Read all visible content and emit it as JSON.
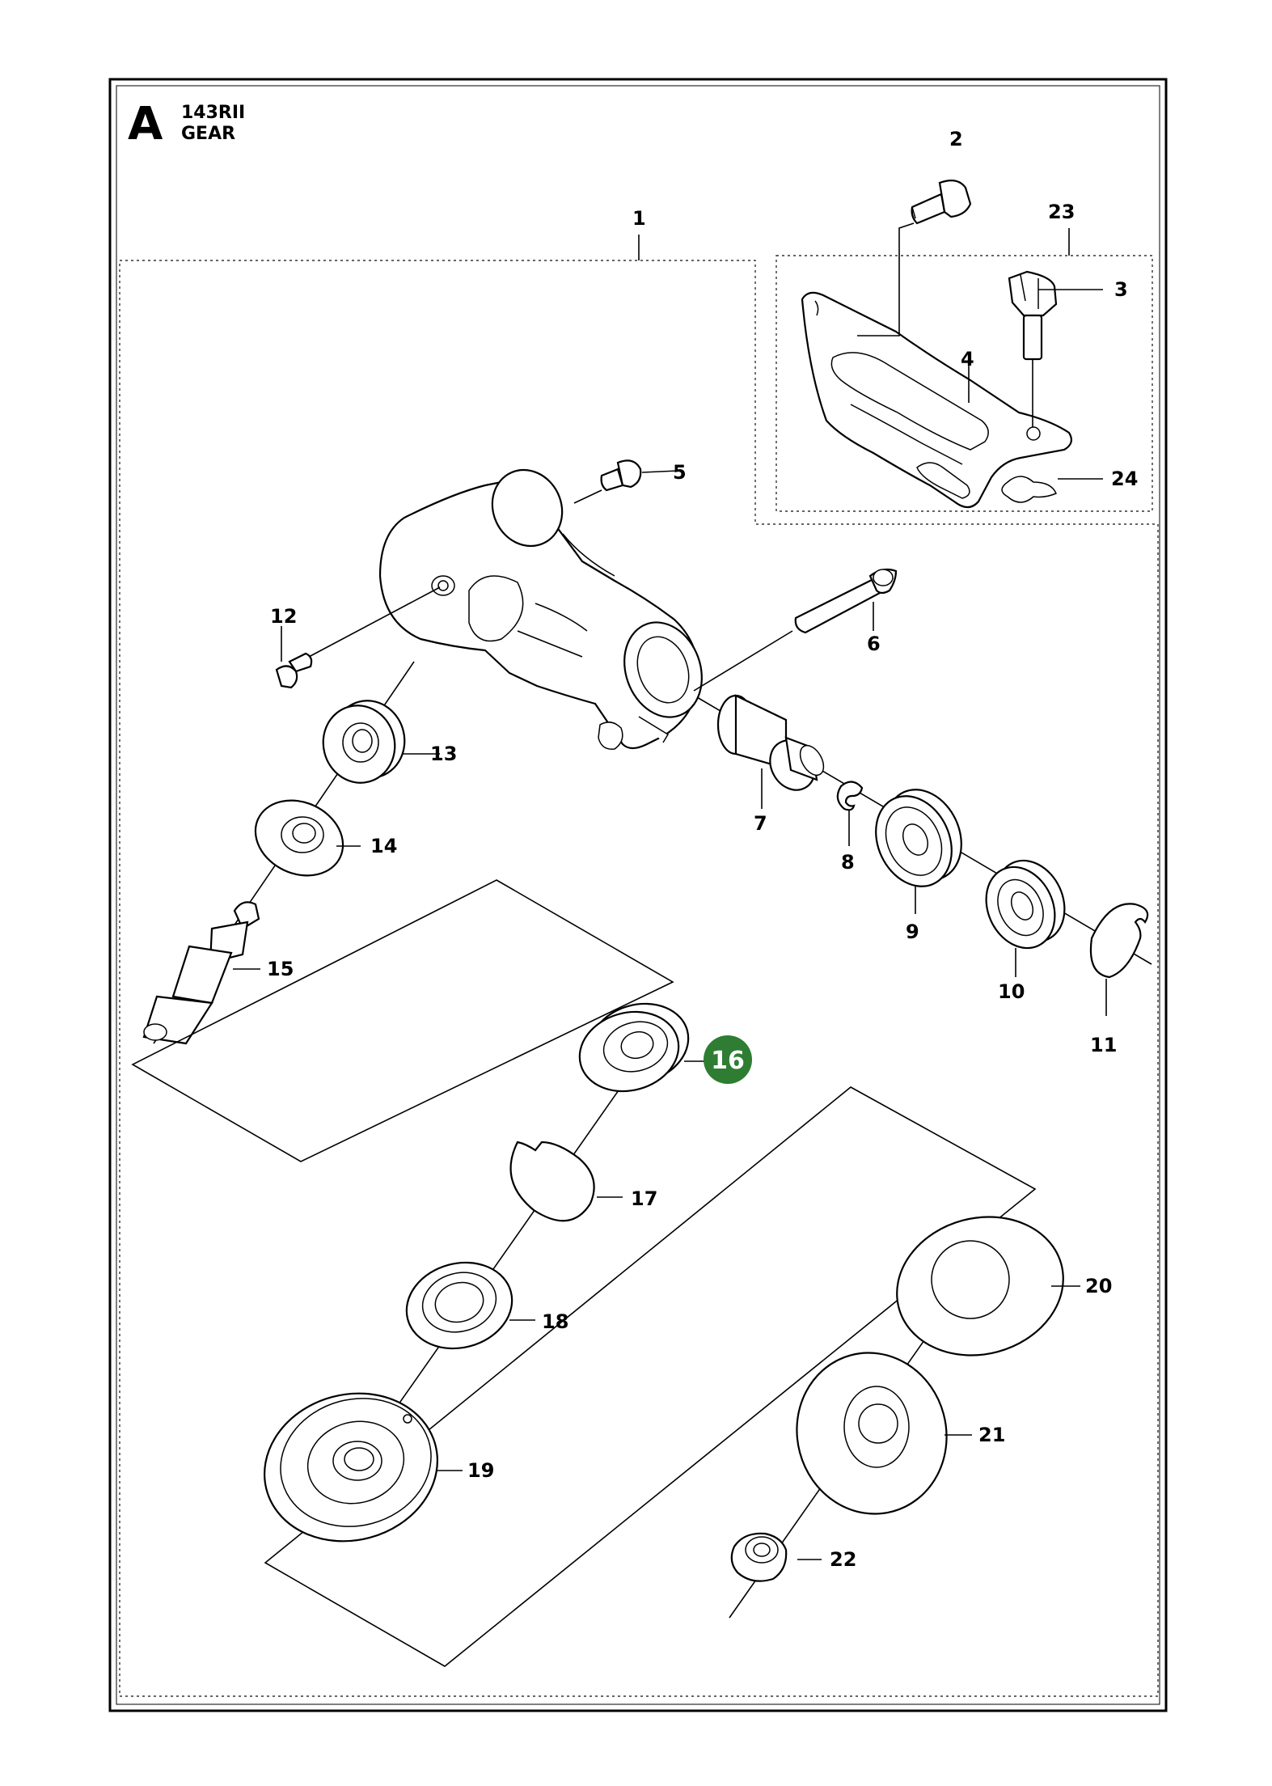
{
  "page": {
    "section_letter": "A",
    "model": "143RII",
    "assembly": "GEAR"
  },
  "highlight": {
    "part_number": "16",
    "color": "#2e7d32",
    "text_color": "#ffffff"
  },
  "callouts": [
    {
      "id": "1",
      "label": "1"
    },
    {
      "id": "2",
      "label": "2"
    },
    {
      "id": "3",
      "label": "3"
    },
    {
      "id": "4",
      "label": "4"
    },
    {
      "id": "5",
      "label": "5"
    },
    {
      "id": "6",
      "label": "6"
    },
    {
      "id": "7",
      "label": "7"
    },
    {
      "id": "8",
      "label": "8"
    },
    {
      "id": "9",
      "label": "9"
    },
    {
      "id": "10",
      "label": "10"
    },
    {
      "id": "11",
      "label": "11"
    },
    {
      "id": "12",
      "label": "12"
    },
    {
      "id": "13",
      "label": "13"
    },
    {
      "id": "14",
      "label": "14"
    },
    {
      "id": "15",
      "label": "15"
    },
    {
      "id": "17",
      "label": "17"
    },
    {
      "id": "18",
      "label": "18"
    },
    {
      "id": "19",
      "label": "19"
    },
    {
      "id": "20",
      "label": "20"
    },
    {
      "id": "21",
      "label": "21"
    },
    {
      "id": "22",
      "label": "22"
    },
    {
      "id": "23",
      "label": "23"
    },
    {
      "id": "24",
      "label": "24"
    }
  ]
}
